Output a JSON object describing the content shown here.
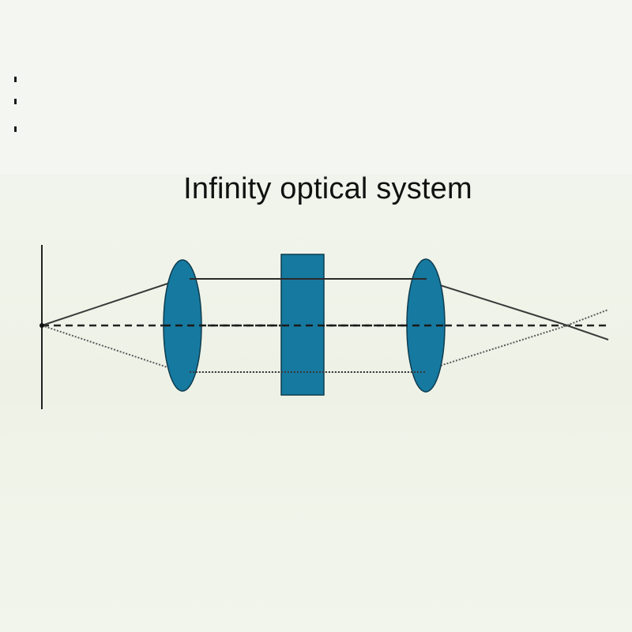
{
  "title": "Infinity optical system",
  "colors": {
    "lens_fill": "#1679a0",
    "lens_stroke": "#0f3c4e",
    "ray": "#3a3a3a",
    "axis": "#222222",
    "background": "#f1f4ec"
  },
  "components": [
    {
      "id": "object-plane",
      "kind": "line"
    },
    {
      "id": "objective-lens",
      "kind": "convex-lens"
    },
    {
      "id": "optical-element",
      "kind": "parallel-block"
    },
    {
      "id": "tube-lens",
      "kind": "convex-lens"
    }
  ]
}
